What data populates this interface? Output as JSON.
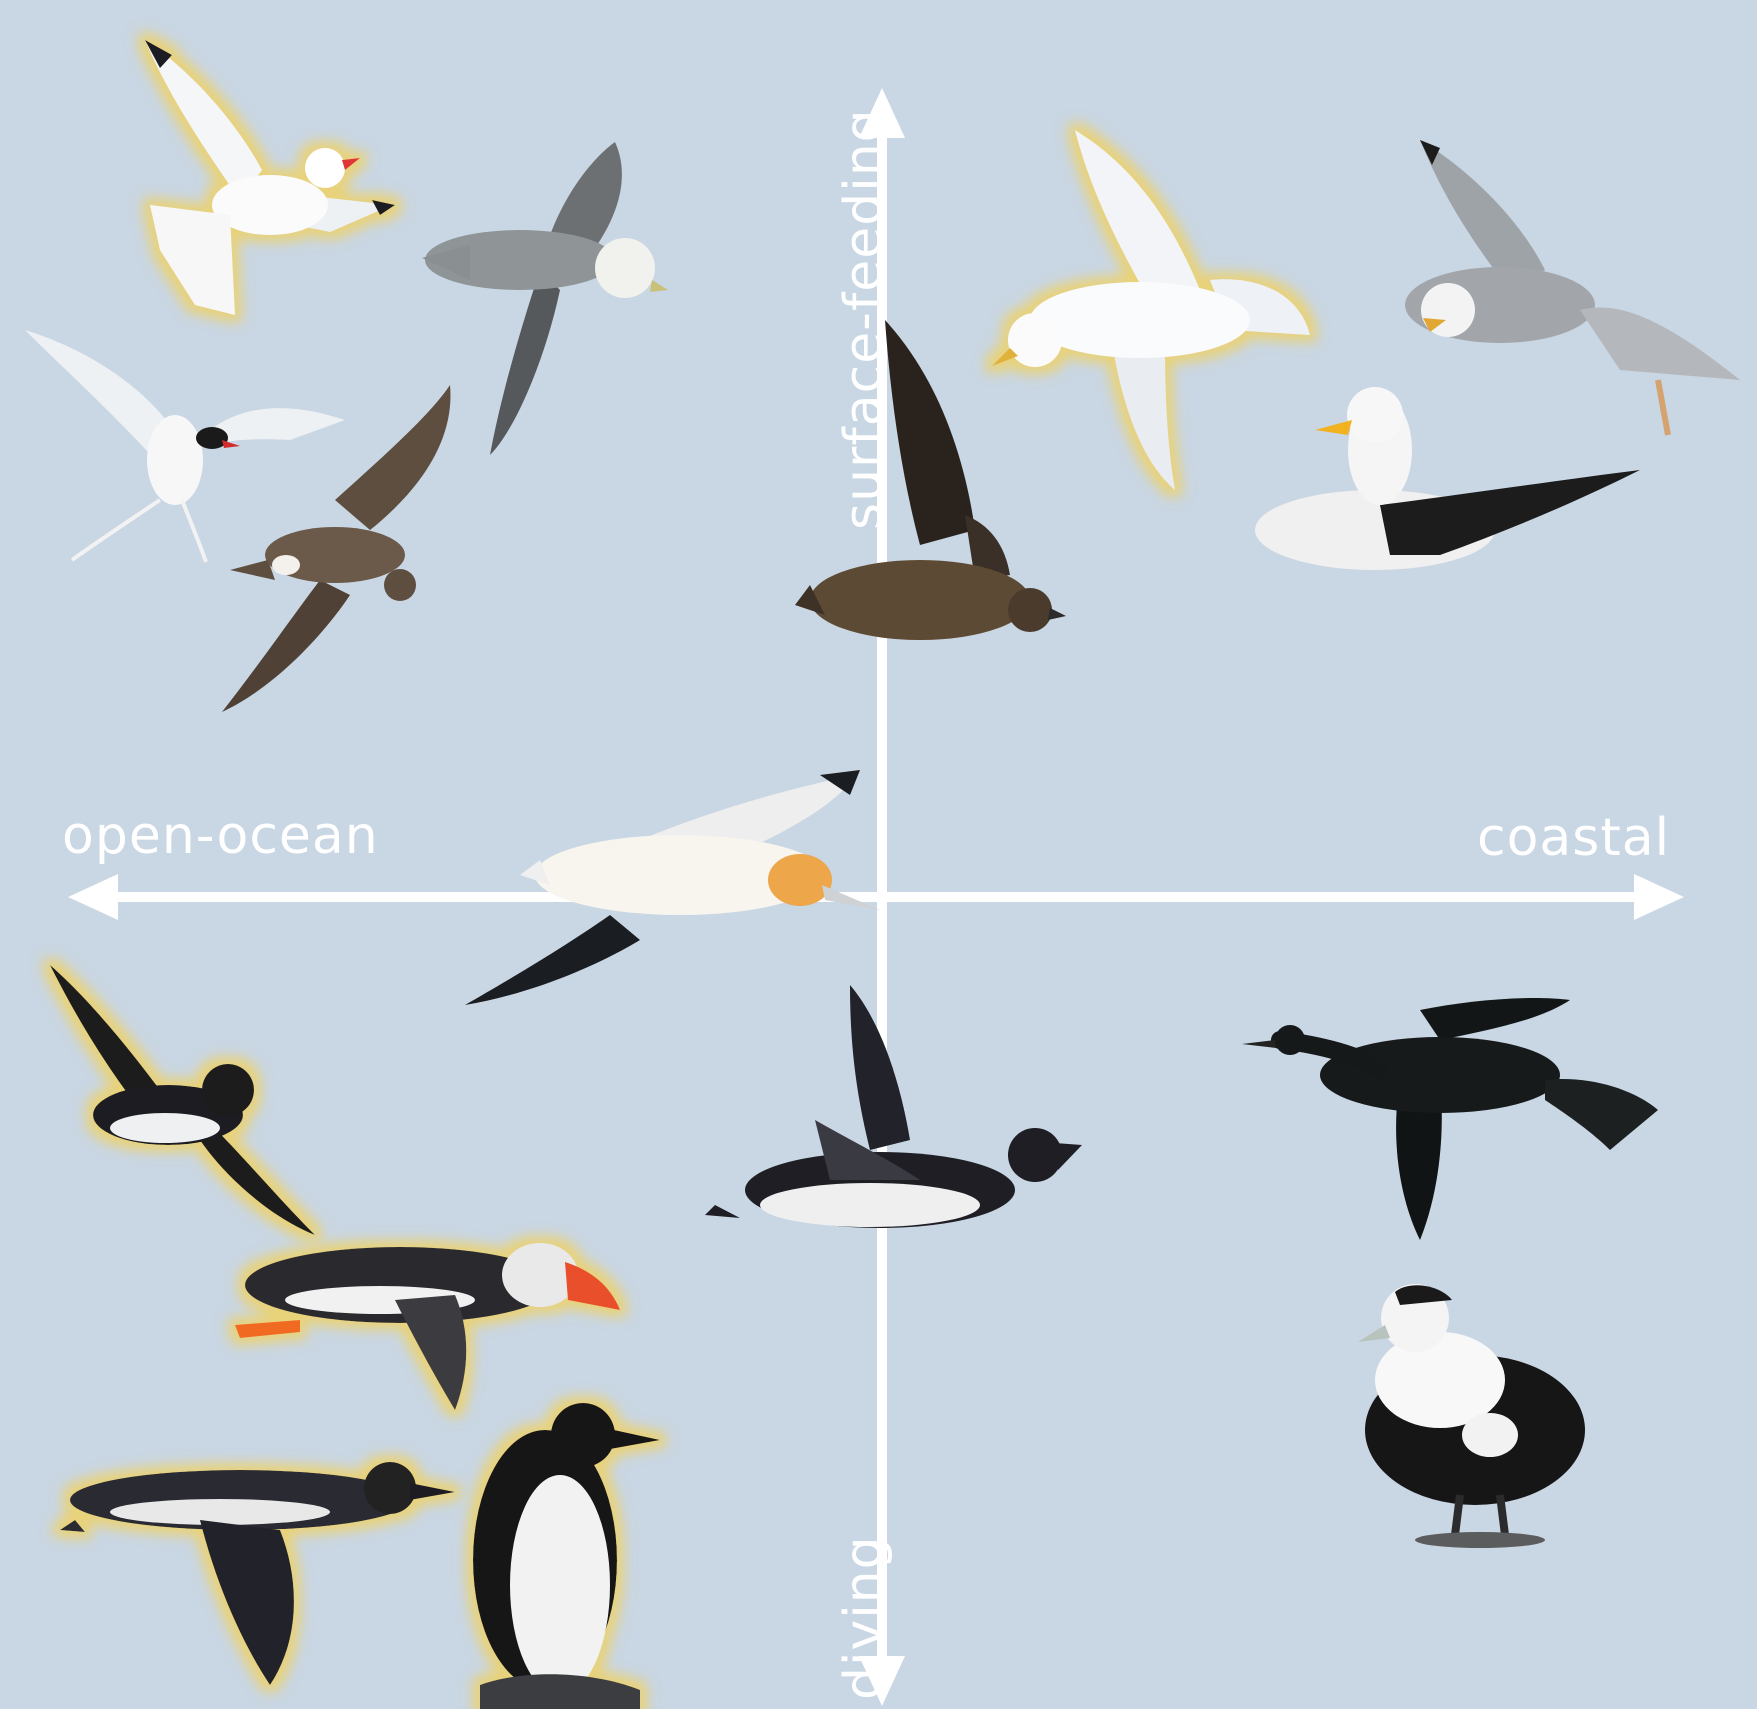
{
  "axes": {
    "horizontal": {
      "left_label": "open-ocean",
      "right_label": "coastal"
    },
    "vertical": {
      "top_label": "surface-feeding",
      "bottom_label": "diving"
    }
  },
  "colors": {
    "background": "#c9d6e3",
    "axis": "#ffffff",
    "highlight_glow": "#e8d27a"
  },
  "birds": [
    {
      "id": "kittiwake",
      "icon": "kittiwake-icon",
      "quadrant": "surface-feeding / open-ocean",
      "highlighted": true
    },
    {
      "id": "fulmar",
      "icon": "fulmar-icon",
      "quadrant": "surface-feeding / open-ocean",
      "highlighted": false
    },
    {
      "id": "arctic-tern",
      "icon": "tern-icon",
      "quadrant": "surface-feeding / open-ocean",
      "highlighted": false
    },
    {
      "id": "storm-petrel",
      "icon": "petrel-icon",
      "quadrant": "surface-feeding / open-ocean",
      "highlighted": false
    },
    {
      "id": "great-skua",
      "icon": "skua-icon",
      "quadrant": "surface-feeding / center",
      "highlighted": false
    },
    {
      "id": "herring-gull-flying",
      "icon": "gull-icon",
      "quadrant": "surface-feeding / coastal",
      "highlighted": true
    },
    {
      "id": "gull-flying",
      "icon": "gull-icon",
      "quadrant": "surface-feeding / coastal",
      "highlighted": false
    },
    {
      "id": "black-backed-gull",
      "icon": "gull-icon",
      "quadrant": "surface-feeding / coastal",
      "highlighted": false
    },
    {
      "id": "gannet",
      "icon": "gannet-icon",
      "quadrant": "center",
      "highlighted": false
    },
    {
      "id": "little-auk",
      "icon": "auk-icon",
      "quadrant": "diving / open-ocean",
      "highlighted": true
    },
    {
      "id": "puffin",
      "icon": "puffin-icon",
      "quadrant": "diving / open-ocean",
      "highlighted": true
    },
    {
      "id": "razorbill-flying",
      "icon": "razorbill-icon",
      "quadrant": "diving / open-ocean",
      "highlighted": true
    },
    {
      "id": "guillemot",
      "icon": "guillemot-icon",
      "quadrant": "diving / open-ocean",
      "highlighted": true
    },
    {
      "id": "razorbill-center",
      "icon": "razorbill-icon",
      "quadrant": "diving / center",
      "highlighted": false
    },
    {
      "id": "shag",
      "icon": "shag-icon",
      "quadrant": "diving / coastal",
      "highlighted": false
    },
    {
      "id": "eider",
      "icon": "eider-icon",
      "quadrant": "diving / coastal",
      "highlighted": false
    }
  ]
}
